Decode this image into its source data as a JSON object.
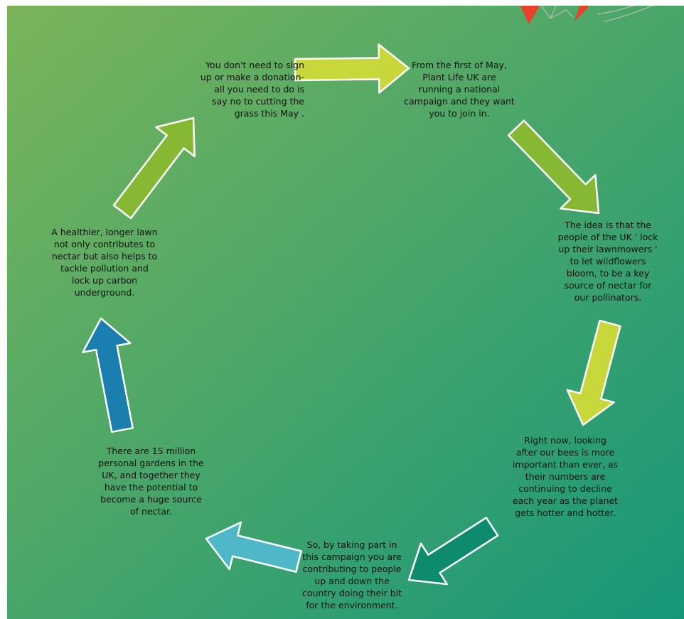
{
  "diagram": {
    "type": "cycle",
    "background": {
      "from": "#7ab45a",
      "to": "#16977a"
    },
    "arrow_outline": "#ffffff",
    "steps": [
      {
        "text": "From the first of May,\nPlant Life UK are\nrunning a national\ncampaign and they want\nyou to join in.",
        "arrow_color": "#c8d83a"
      },
      {
        "text": "The idea is that the\npeople of the UK ' lock\nup their lawnmowers '\nto let wildflowers\nbloom, to be a key\nsource of nectar for\nour pollinators.",
        "arrow_color": "#86b833"
      },
      {
        "text": "Right now, looking\nafter our bees is more\nimportant than ever, as\ntheir numbers are\ncontinuing to decline\neach year as the planet\ngets hotter and hotter.",
        "arrow_color": "#c8d83a"
      },
      {
        "text": "So, by taking part in\nthis campaign you are\ncontributing to people\nup and down the\ncountry doing their bit\nfor the environment.",
        "arrow_color": "#0e8a6c"
      },
      {
        "text": "There are 15 million\npersonal gardens in the\nUK, and together they\nhave the potential to\nbecome a huge source\nof nectar.",
        "arrow_color": "#4fb8c8"
      },
      {
        "text": "A healthier, longer lawn\nnot only contributes to\nnectar but also helps to\ntackle pollution and\nlock up carbon\nunderground.",
        "arrow_color": "#1a7fae"
      },
      {
        "text": "You don't need to sign\nup or make a donation-\nall you need to do is\nsay no to cutting the\ngrass this May .",
        "arrow_color": "#86b833"
      }
    ],
    "arrows_between": [
      {
        "from_step": 7,
        "to_step": 1,
        "color": "#c8d83a"
      },
      {
        "from_step": 1,
        "to_step": 2,
        "color": "#86b833"
      },
      {
        "from_step": 2,
        "to_step": 3,
        "color": "#c8d83a"
      },
      {
        "from_step": 3,
        "to_step": 4,
        "color": "#0e8a6c"
      },
      {
        "from_step": 4,
        "to_step": 5,
        "color": "#4fb8c8"
      },
      {
        "from_step": 5,
        "to_step": 6,
        "color": "#1a7fae"
      },
      {
        "from_step": 6,
        "to_step": 7,
        "color": "#86b833"
      }
    ],
    "corner_decoration_colors": {
      "fill": "#e8402a",
      "line": "#bbbbbb"
    }
  }
}
